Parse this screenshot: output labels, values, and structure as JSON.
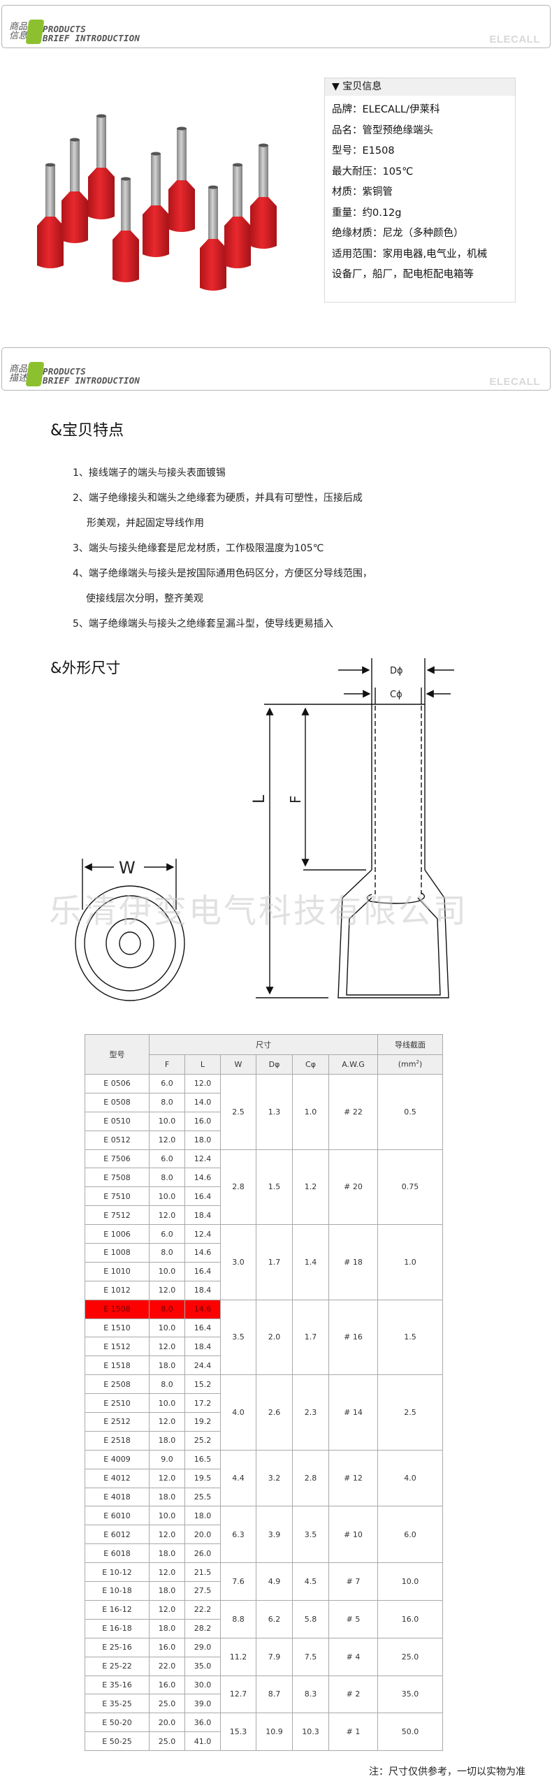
{
  "banner_top": {
    "cn_label_line1": "商品",
    "cn_label_line2": "信息",
    "en_line1": "PRODUCTS",
    "en_line2": "BRIEF INTRODUCTION",
    "brand": "ELECALL",
    "accent_color": "#8dc02e"
  },
  "info_box": {
    "title_icon": "▼",
    "title": "宝贝信息",
    "rows": [
      {
        "label": "品牌：",
        "value": "ELECALL/伊莱科"
      },
      {
        "label": "品名：",
        "value": "管型预绝缘端头"
      },
      {
        "label": "型号：",
        "value": "E1508"
      },
      {
        "label": "最大耐压：",
        "value": "105℃"
      },
      {
        "label": "材质：",
        "value": "紫铜管"
      },
      {
        "label": "重量：",
        "value": "约0.12g"
      },
      {
        "label": "绝缘材质：",
        "value": "尼龙（多种颜色）"
      },
      {
        "label": "适用范围：",
        "value": "家用电器,电气业，机械"
      },
      {
        "label": "",
        "value": "设备厂，船厂，配电柜配电箱等"
      }
    ]
  },
  "product_photo": {
    "alt": "red insulated cord end terminals (9 pcs)",
    "sleeve_color": "#d81d22",
    "tube_color": "#a8a8a8"
  },
  "banner_desc": {
    "cn_label_line1": "商品",
    "cn_label_line2": "描述",
    "en_line1": "PRODUCTS",
    "en_line2": "BRIEF INTRODUCTION",
    "brand": "ELECALL"
  },
  "features": {
    "heading": "&宝贝特点",
    "items": [
      "1、接线端子的端头与接头表面镀锡",
      "2、端子绝缘接头和端头之绝缘套为硬质，并具有可塑性，压接后成",
      "形美观，并起固定导线作用",
      "3、端头与接头绝缘套是尼龙材质，工作极限温度为105℃",
      "4、端子绝缘端头与接头是按国际通用色码区分，方便区分导线范围，",
      "使接线层次分明，整齐美观",
      "5、端子绝缘端头与接头之绝缘套呈漏斗型，使导线更易插入"
    ]
  },
  "dimensions": {
    "heading": "&外形尺寸",
    "labels": {
      "D": "Dϕ",
      "C": "Cϕ",
      "L": "L",
      "F": "F",
      "W": "W"
    },
    "watermark": "乐清伊变电气科技有限公司"
  },
  "spec_table": {
    "headers": {
      "model": "型号",
      "size": "尺寸",
      "section_line1": "导线截面",
      "section_line2_pre": "(mm",
      "section_line2_sup": "2",
      "section_line2_post": ")",
      "F": "F",
      "L": "L",
      "W": "W",
      "D": "Dφ",
      "C": "Cφ",
      "AWG": "A.W.G"
    },
    "highlight_color": "#ff0000",
    "groups": [
      {
        "W": "2.5",
        "D": "1.3",
        "C": "1.0",
        "AWG": "# 22",
        "section": "0.5",
        "rows": [
          [
            "E 0506",
            "6.0",
            "12.0"
          ],
          [
            "E 0508",
            "8.0",
            "14.0"
          ],
          [
            "E 0510",
            "10.0",
            "16.0"
          ],
          [
            "E 0512",
            "12.0",
            "18.0"
          ]
        ]
      },
      {
        "W": "2.8",
        "D": "1.5",
        "C": "1.2",
        "AWG": "# 20",
        "section": "0.75",
        "rows": [
          [
            "E 7506",
            "6.0",
            "12.4"
          ],
          [
            "E 7508",
            "8.0",
            "14.6"
          ],
          [
            "E 7510",
            "10.0",
            "16.4"
          ],
          [
            "E 7512",
            "12.0",
            "18.4"
          ]
        ]
      },
      {
        "W": "3.0",
        "D": "1.7",
        "C": "1.4",
        "AWG": "# 18",
        "section": "1.0",
        "rows": [
          [
            "E 1006",
            "6.0",
            "12.4"
          ],
          [
            "E 1008",
            "8.0",
            "14.6"
          ],
          [
            "E 1010",
            "10.0",
            "16.4"
          ],
          [
            "E 1012",
            "12.0",
            "18.4"
          ]
        ]
      },
      {
        "W": "3.5",
        "D": "2.0",
        "C": "1.7",
        "AWG": "# 16",
        "section": "1.5",
        "rows": [
          [
            "E 1508",
            "8.0",
            "14.6"
          ],
          [
            "E 1510",
            "10.0",
            "16.4"
          ],
          [
            "E 1512",
            "12.0",
            "18.4"
          ],
          [
            "E 1518",
            "18.0",
            "24.4"
          ]
        ]
      },
      {
        "W": "4.0",
        "D": "2.6",
        "C": "2.3",
        "AWG": "# 14",
        "section": "2.5",
        "rows": [
          [
            "E 2508",
            "8.0",
            "15.2"
          ],
          [
            "E 2510",
            "10.0",
            "17.2"
          ],
          [
            "E 2512",
            "12.0",
            "19.2"
          ],
          [
            "E 2518",
            "18.0",
            "25.2"
          ]
        ]
      },
      {
        "W": "4.4",
        "D": "3.2",
        "C": "2.8",
        "AWG": "# 12",
        "section": "4.0",
        "rows": [
          [
            "E 4009",
            "9.0",
            "16.5"
          ],
          [
            "E 4012",
            "12.0",
            "19.5"
          ],
          [
            "E 4018",
            "18.0",
            "25.5"
          ]
        ]
      },
      {
        "W": "6.3",
        "D": "3.9",
        "C": "3.5",
        "AWG": "# 10",
        "section": "6.0",
        "rows": [
          [
            "E 6010",
            "10.0",
            "18.0"
          ],
          [
            "E 6012",
            "12.0",
            "20.0"
          ],
          [
            "E 6018",
            "18.0",
            "26.0"
          ]
        ]
      },
      {
        "W": "7.6",
        "D": "4.9",
        "C": "4.5",
        "AWG": "# 7",
        "section": "10.0",
        "rows": [
          [
            "E 10-12",
            "12.0",
            "21.5"
          ],
          [
            "E 10-18",
            "18.0",
            "27.5"
          ]
        ]
      },
      {
        "W": "8.8",
        "D": "6.2",
        "C": "5.8",
        "AWG": "# 5",
        "section": "16.0",
        "rows": [
          [
            "E 16-12",
            "12.0",
            "22.2"
          ],
          [
            "E 16-18",
            "18.0",
            "28.2"
          ]
        ]
      },
      {
        "W": "11.2",
        "D": "7.9",
        "C": "7.5",
        "AWG": "# 4",
        "section": "25.0",
        "rows": [
          [
            "E 25-16",
            "16.0",
            "29.0"
          ],
          [
            "E 25-22",
            "22.0",
            "35.0"
          ]
        ]
      },
      {
        "W": "12.7",
        "D": "8.7",
        "C": "8.3",
        "AWG": "# 2",
        "section": "35.0",
        "rows": [
          [
            "E 35-16",
            "16.0",
            "30.0"
          ],
          [
            "E 35-25",
            "25.0",
            "39.0"
          ]
        ]
      },
      {
        "W": "15.3",
        "D": "10.9",
        "C": "10.3",
        "AWG": "# 1",
        "section": "50.0",
        "rows": [
          [
            "E 50-20",
            "20.0",
            "36.0"
          ],
          [
            "E 50-25",
            "25.0",
            "41.0"
          ]
        ]
      }
    ],
    "note": "注：尺寸仅供参考，一切以实物为准"
  }
}
